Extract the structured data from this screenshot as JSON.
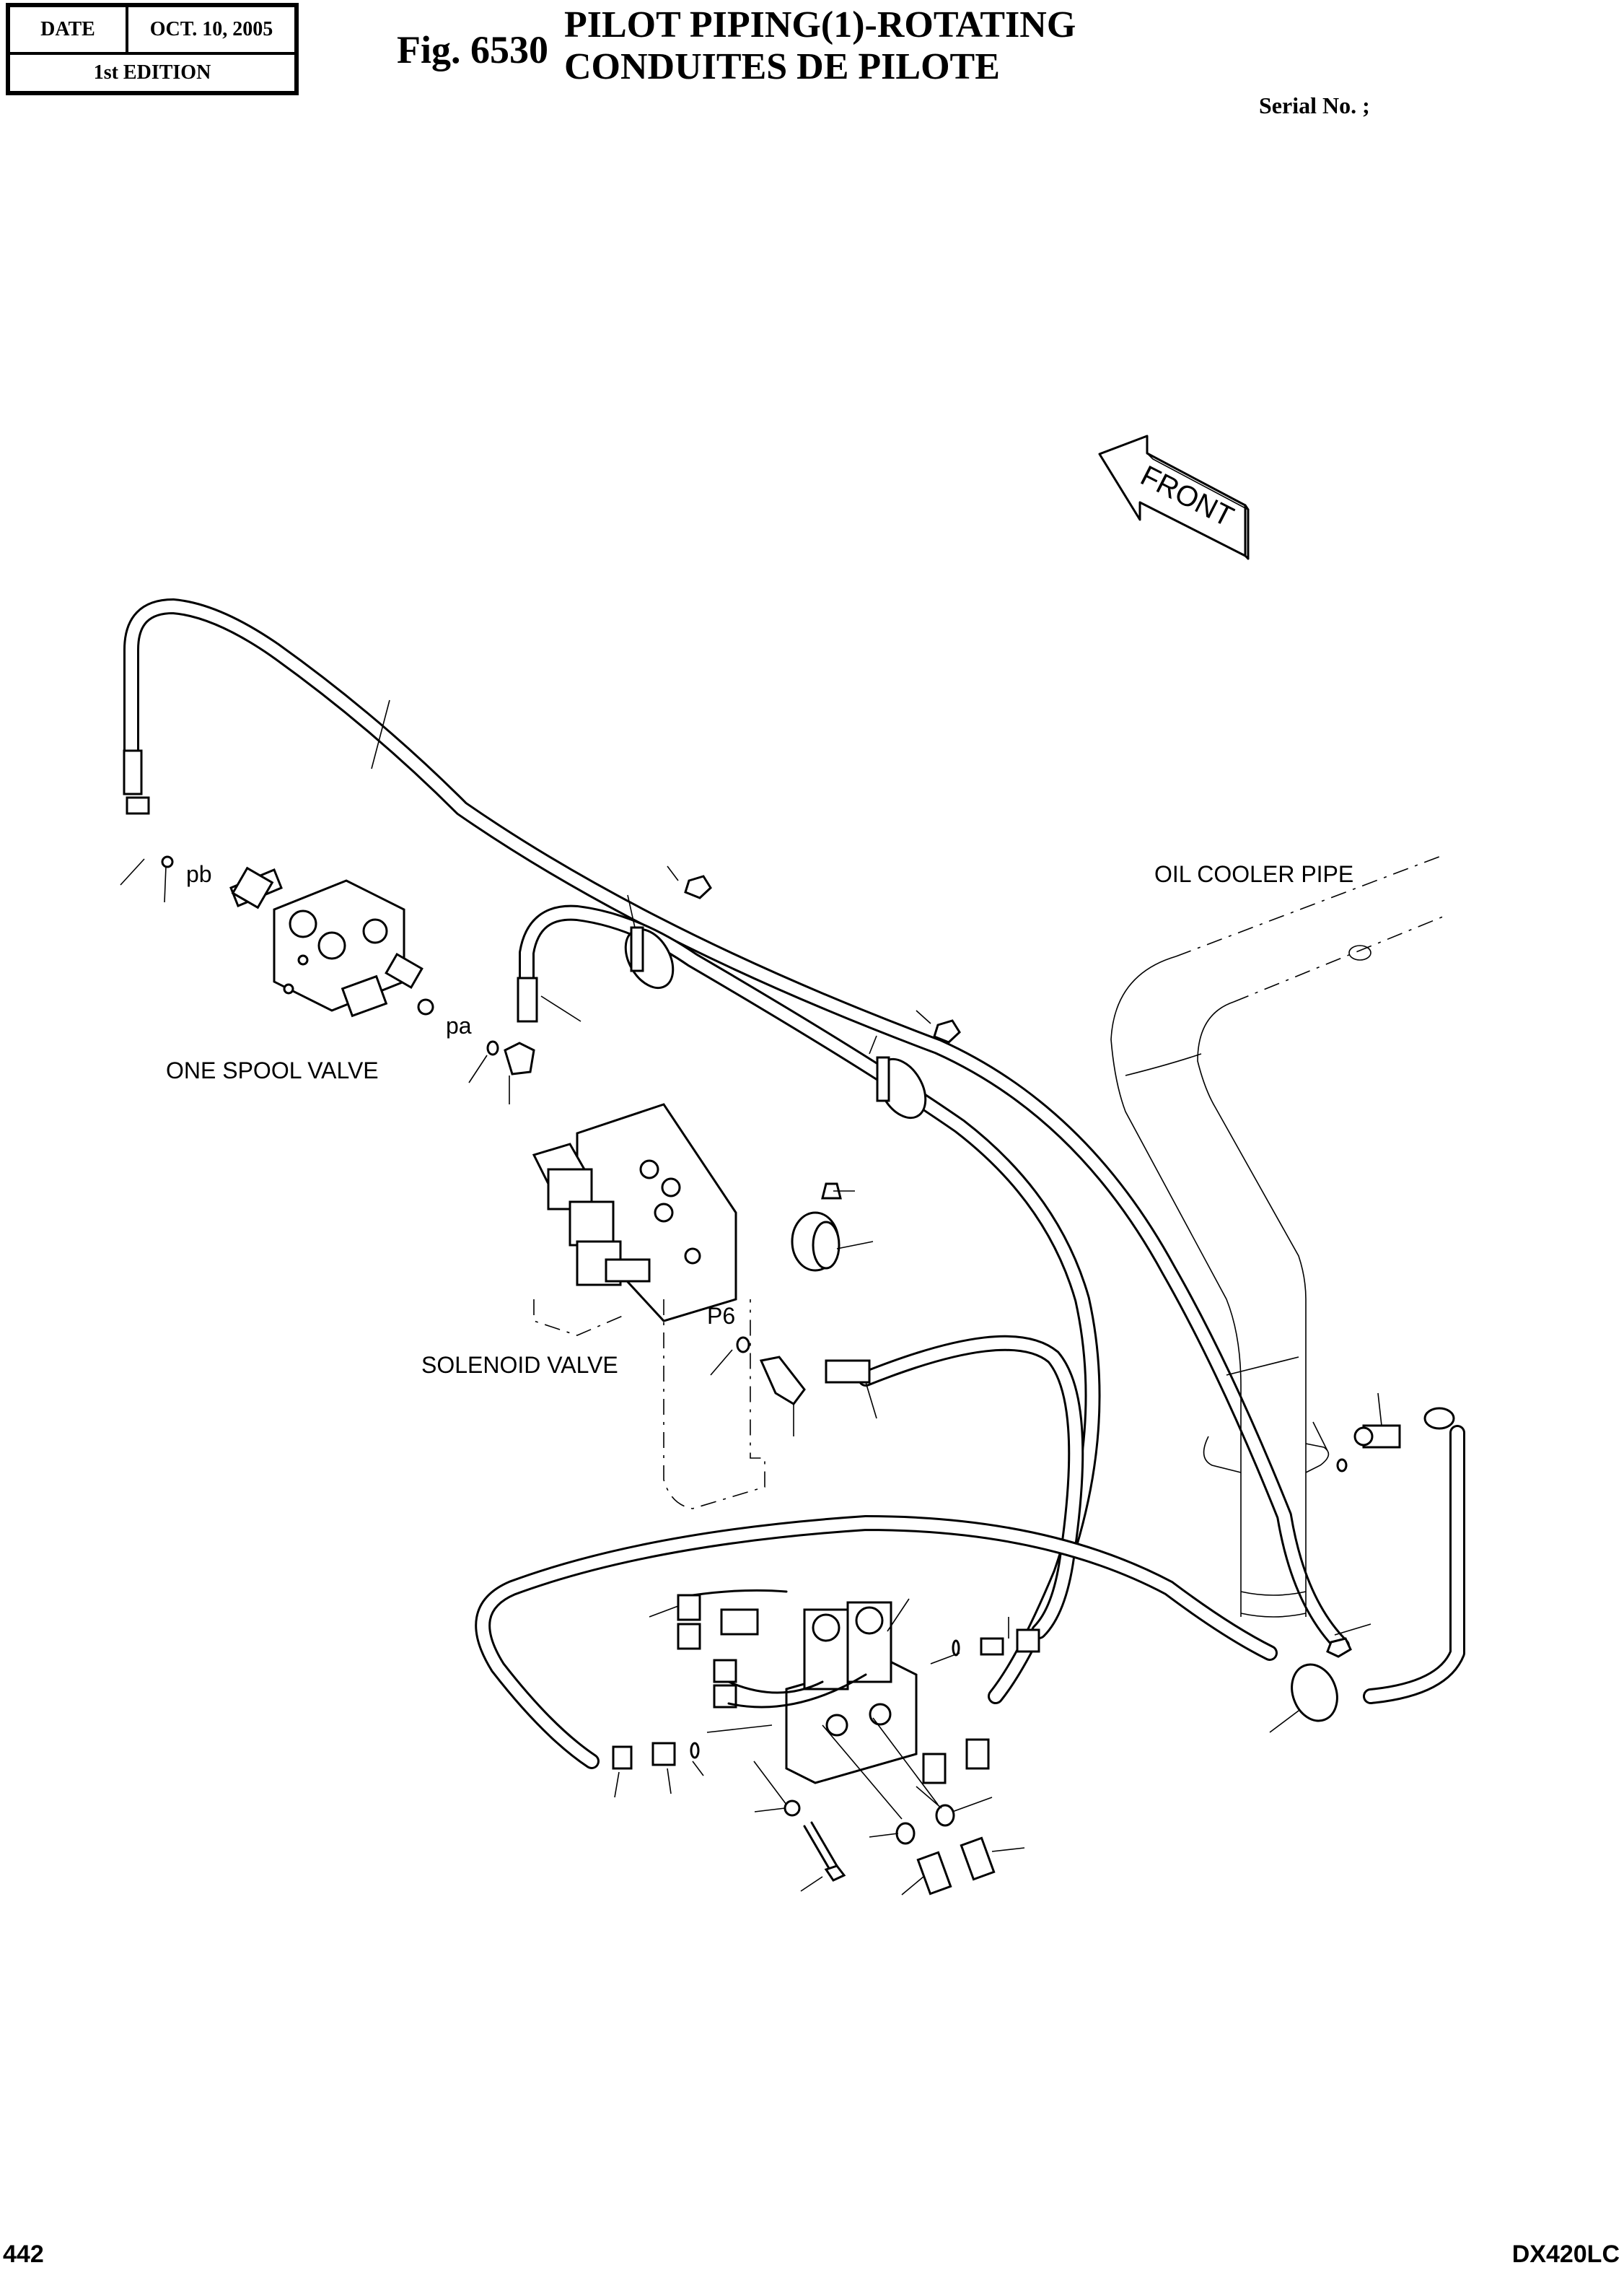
{
  "header": {
    "date_label": "DATE",
    "date_value": "OCT. 10, 2005",
    "edition": "1st EDITION",
    "figure_number": "Fig. 6530",
    "title_en": "PILOT PIPING(1)-ROTATING",
    "title_fr": "CONDUITES DE PILOTE",
    "serial_label": "Serial No. ;"
  },
  "drawing": {
    "front_arrow_label": "FRONT",
    "labels": {
      "one_spool_valve": "ONE SPOOL VALVE",
      "solenoid_valve": "SOLENOID VALVE",
      "oil_cooler_pipe": "OIL COOLER PIPE",
      "port_pb": "pb",
      "port_pa": "pa",
      "port_p6": "P6"
    }
  },
  "footer": {
    "page_number": "442",
    "model": "DX420LC"
  }
}
